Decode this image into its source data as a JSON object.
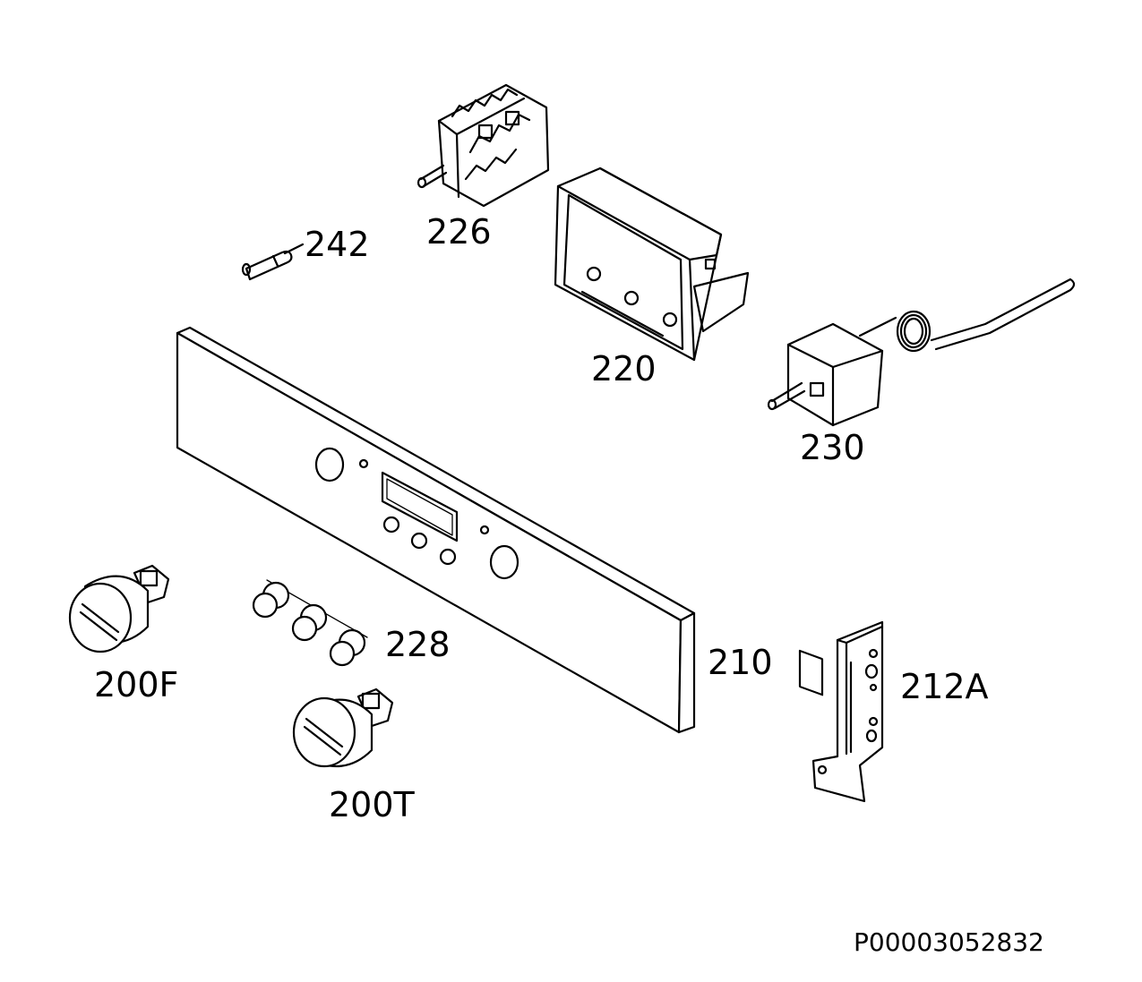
{
  "labels": {
    "p200F": "200F",
    "p200T": "200T",
    "p210": "210",
    "p212A": "212A",
    "p220": "220",
    "p226": "226",
    "p228": "228",
    "p230": "230",
    "p242": "242"
  },
  "doc_id": "P00003052832"
}
